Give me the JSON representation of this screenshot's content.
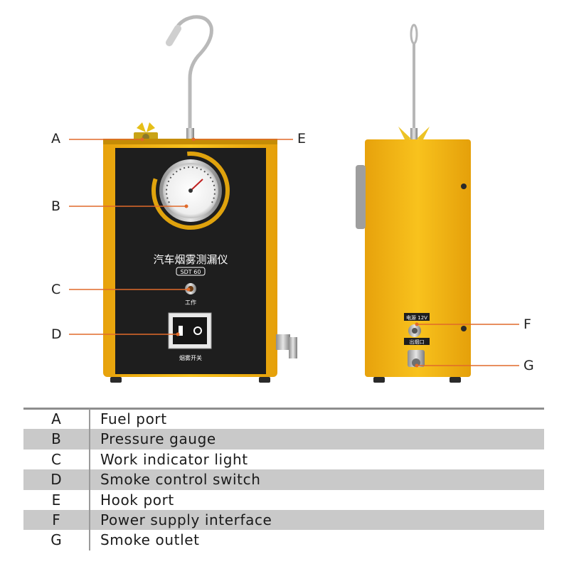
{
  "device": {
    "title_cn": "汽车烟雾测漏仪",
    "model": "SDT 60",
    "indicator_label": "工作",
    "switch_label": "烟雾开关",
    "side_power_label": "电源 12V",
    "side_outlet_label": "出烟口",
    "colors": {
      "yellow": "#f2b311",
      "panel": "#1f1f1f",
      "dark_yellow": "#d89a08"
    }
  },
  "callouts": {
    "A": "A",
    "B": "B",
    "C": "C",
    "D": "D",
    "E": "E",
    "F": "F",
    "G": "G"
  },
  "legend": [
    {
      "key": "A",
      "label": "Fuel port"
    },
    {
      "key": "B",
      "label": "Pressure gauge"
    },
    {
      "key": "C",
      "label": "Work indicator light"
    },
    {
      "key": "D",
      "label": "Smoke control switch"
    },
    {
      "key": "E",
      "label": "Hook port"
    },
    {
      "key": "F",
      "label": "Power supply interface"
    },
    {
      "key": "G",
      "label": "Smoke outlet"
    }
  ]
}
